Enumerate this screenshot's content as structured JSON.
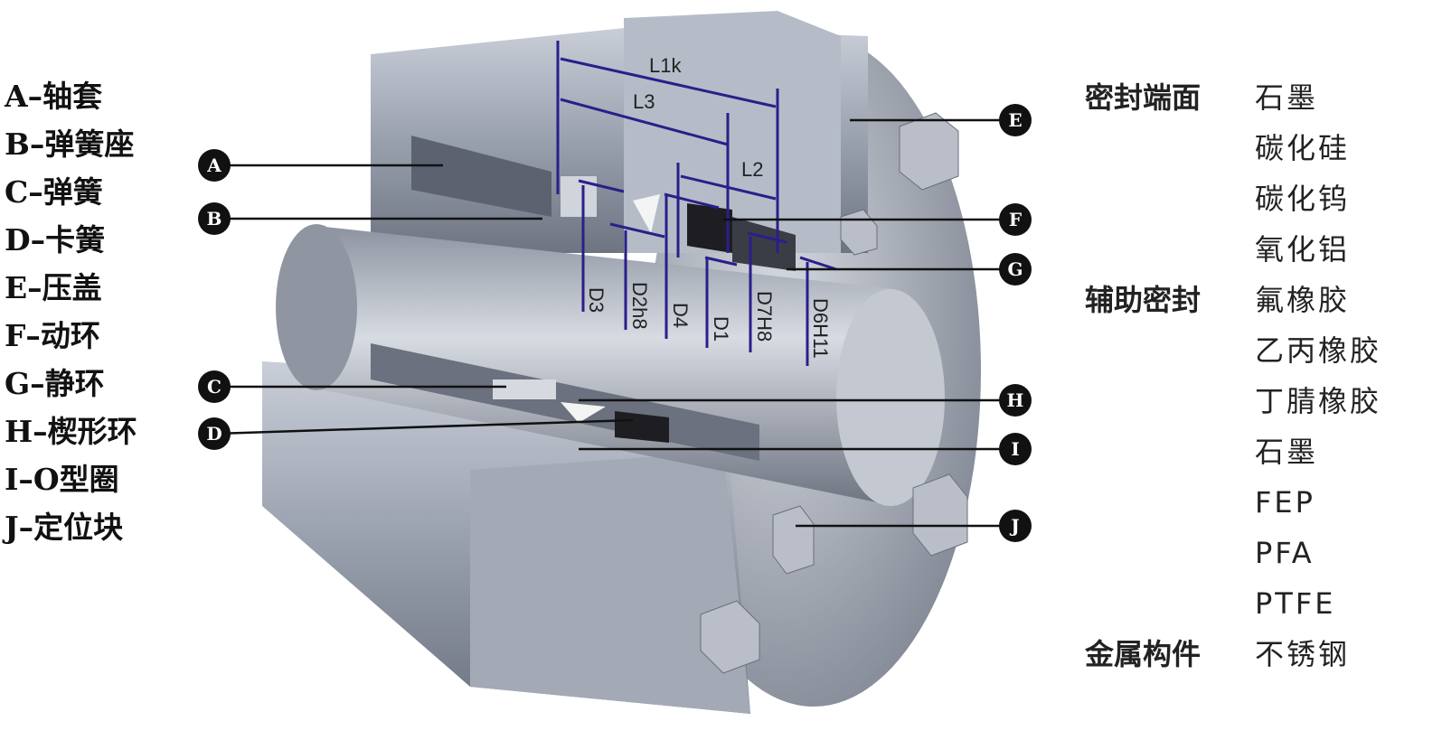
{
  "parts": [
    {
      "letter": "A",
      "label": "A–轴套"
    },
    {
      "letter": "B",
      "label": "B–弹簧座"
    },
    {
      "letter": "C",
      "label": "C–弹簧"
    },
    {
      "letter": "D",
      "label": "D–卡簧"
    },
    {
      "letter": "E",
      "label": "E–压盖"
    },
    {
      "letter": "F",
      "label": "F–动环"
    },
    {
      "letter": "G",
      "label": "G–静环"
    },
    {
      "letter": "H",
      "label": "H–楔形环"
    },
    {
      "letter": "I",
      "label": "I–O型圈"
    },
    {
      "letter": "J",
      "label": "J–定位块"
    }
  ],
  "dimensions": [
    "L1k",
    "L3",
    "L2",
    "D3",
    "D2h8",
    "D4",
    "D1",
    "D7H8",
    "D6H11"
  ],
  "materials": [
    {
      "category": "密封端面",
      "value": "石墨"
    },
    {
      "category": "",
      "value": "碳化硅"
    },
    {
      "category": "",
      "value": "碳化钨"
    },
    {
      "category": "",
      "value": "氧化铝"
    },
    {
      "category": "辅助密封",
      "value": "氟橡胶"
    },
    {
      "category": "",
      "value": "乙丙橡胶"
    },
    {
      "category": "",
      "value": "丁腈橡胶"
    },
    {
      "category": "",
      "value": "石墨"
    },
    {
      "category": "",
      "value": "FEP"
    },
    {
      "category": "",
      "value": "PFA"
    },
    {
      "category": "",
      "value": "PTFE"
    },
    {
      "category": "金属构件",
      "value": "不锈钢"
    }
  ],
  "colors": {
    "dimension_line": "#2a1f8a",
    "metal": "#aab0bd",
    "callout": "#111111"
  }
}
